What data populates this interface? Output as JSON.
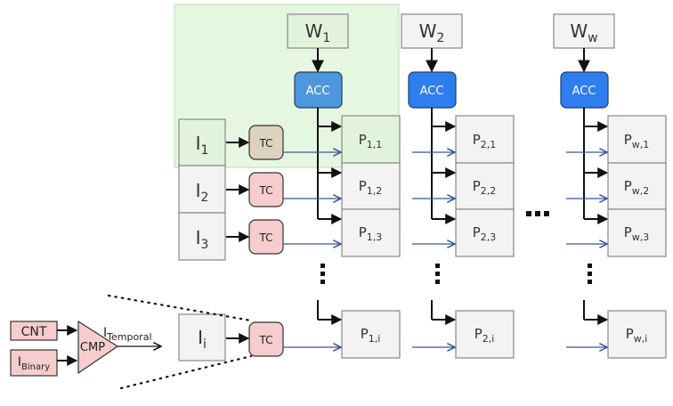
{
  "weights": {
    "w1": {
      "main": "W",
      "sub": "1"
    },
    "w2": {
      "main": "W",
      "sub": "2"
    },
    "ww": {
      "main": "W",
      "sub": "w"
    }
  },
  "acc_label": "ACC",
  "tc_label": "TC",
  "inputs": {
    "i1": {
      "main": "I",
      "sub": "1"
    },
    "i2": {
      "main": "I",
      "sub": "2"
    },
    "i3": {
      "main": "I",
      "sub": "3"
    },
    "ii": {
      "main": "I",
      "sub": "i"
    }
  },
  "pes": {
    "p11": {
      "main": "P",
      "sub": "1,1"
    },
    "p12": {
      "main": "P",
      "sub": "1,2"
    },
    "p13": {
      "main": "P",
      "sub": "1,3"
    },
    "p1i": {
      "main": "P",
      "sub": "1,i"
    },
    "p21": {
      "main": "P",
      "sub": "2,1"
    },
    "p22": {
      "main": "P",
      "sub": "2,2"
    },
    "p23": {
      "main": "P",
      "sub": "2,3"
    },
    "p2i": {
      "main": "P",
      "sub": "2,i"
    },
    "pw1": {
      "main": "P",
      "sub": "w,1"
    },
    "pw2": {
      "main": "P",
      "sub": "w,2"
    },
    "pw3": {
      "main": "P",
      "sub": "w,3"
    },
    "pwi": {
      "main": "P",
      "sub": "w,i"
    }
  },
  "cnt_label": "CNT",
  "binary": {
    "main": "I",
    "sub": "Binary"
  },
  "cmp_label": "CMP",
  "temporal": {
    "main": "I",
    "sub": "Temporal"
  },
  "colors": {
    "highlight_fill": "#e6f7e1",
    "highlight_stroke": "#b8dcb0",
    "acc_light": "#4f97dc",
    "acc_dark": "#2f7ef0",
    "tc_first": "#ddd2bd",
    "tc_pink": "#f6cccc",
    "box_gray": "#f3f3f3",
    "box_green": "#e2f3dc",
    "signal_blue": "#3a56a0"
  }
}
